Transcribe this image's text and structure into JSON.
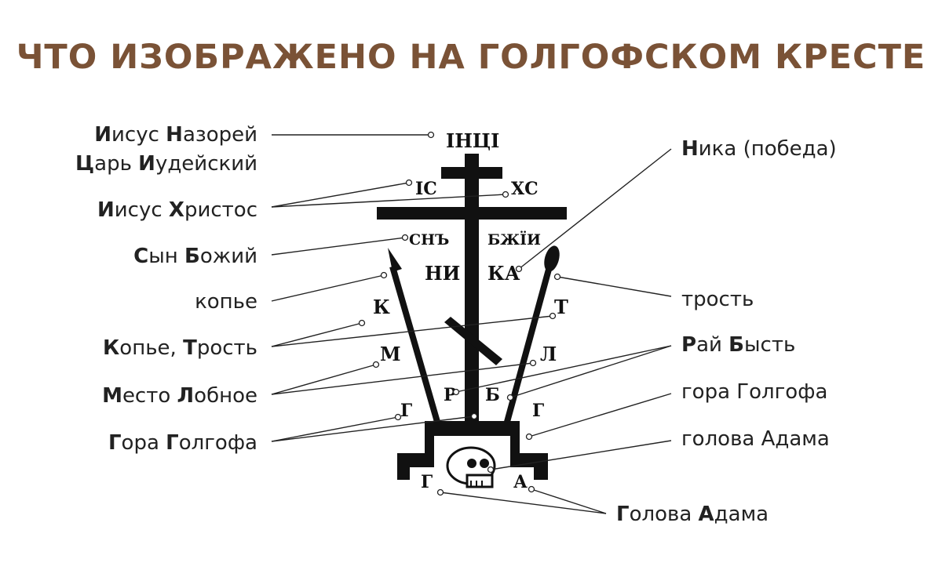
{
  "title": "ЧТО ИЗОБРАЖЕНО НА ГОЛГОФСКОМ КРЕСТЕ",
  "labels_left": {
    "jesus_nazarene": {
      "cap1": "И",
      "rest1": "исус ",
      "cap2": "Н",
      "rest2": "азорей"
    },
    "king_jews": {
      "cap1": "Ц",
      "rest1": "арь ",
      "cap2": "И",
      "rest2": "удейский"
    },
    "jesus_christ": {
      "cap1": "И",
      "rest1": "исус ",
      "cap2": "Х",
      "rest2": "ристос"
    },
    "son_god": {
      "cap1": "С",
      "rest1": "ын ",
      "cap2": "Б",
      "rest2": "ожий"
    },
    "spear": {
      "text": "копье"
    },
    "spear_reed": {
      "cap1": "К",
      "rest1": "опье, ",
      "cap2": "Т",
      "rest2": "рость"
    },
    "place_skull": {
      "cap1": "М",
      "rest1": "есто ",
      "cap2": "Л",
      "rest2": "обное"
    },
    "mount_golgotha": {
      "cap1": "Г",
      "rest1": "ора ",
      "cap2": "Г",
      "rest2": "олгофа"
    }
  },
  "labels_right": {
    "nika": {
      "cap1": "Н",
      "rest1": "ика (победа)"
    },
    "reed": {
      "text": "трость"
    },
    "paradise": {
      "cap1": "Р",
      "rest1": "ай ",
      "cap2": "Б",
      "rest2": "ысть"
    },
    "mount": {
      "text": "гора Голгофа"
    },
    "adam_head": {
      "text": "голова Адама"
    },
    "adam_head_letters": {
      "cap1": "Г",
      "rest1": "олова ",
      "cap2": "А",
      "rest2": "дама"
    }
  },
  "cross_letters": {
    "inci": "ІНЦІ",
    "is": "ІС",
    "hs": "ХС",
    "snb": "СНЪ",
    "bzhii": "БЖЇИ",
    "ni": "НИ",
    "ka": "КА",
    "k": "К",
    "t": "Т",
    "m": "М",
    "l": "Л",
    "r": "Р",
    "b": "Б",
    "g_left": "Г",
    "g_right": "Г",
    "g_bottom": "Г",
    "a_bottom": "А"
  },
  "colors": {
    "title": "#7a5236",
    "ink": "#111111"
  }
}
